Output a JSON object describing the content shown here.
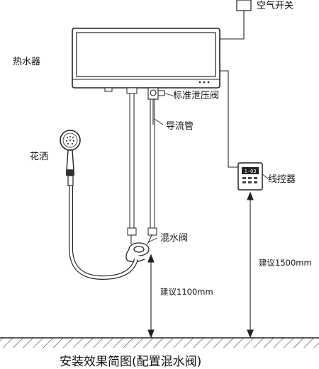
{
  "labels": {
    "air_switch": "空气开关",
    "water_heater": "热水器",
    "relief_valve": "标准泄压阀",
    "drain_pipe": "导流管",
    "shower_head": "花洒",
    "wire_controller": "线控器",
    "mixing_valve": "混水阀",
    "height_controller": "建议1500mm",
    "height_mixer": "建议1100mm"
  },
  "caption": "安装效果简图(配置混水阀)",
  "controller_screen_text": "1-03"
}
